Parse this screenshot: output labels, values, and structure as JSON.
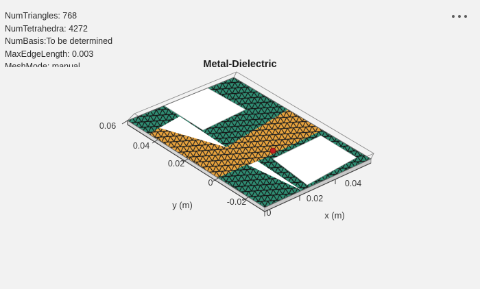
{
  "window": {
    "background_color": "#f2f2f2"
  },
  "info_panel": {
    "name": "mesh-info",
    "lines": [
      "NumTriangles: 768",
      "NumTetrahedra: 4272",
      "NumBasis:To be determined",
      "MaxEdgeLength: 0.003",
      "MeshMode: manual"
    ]
  },
  "menu": {
    "label": "...",
    "dots": 3
  },
  "chart_data": {
    "type": "mesh3d",
    "title": "Metal-Dielectric",
    "xlabel": "x (m)",
    "ylabel": "y (m)",
    "x_ticks": [
      "0",
      "0.02",
      "0.04"
    ],
    "y_ticks": [
      "0.06",
      "0.04",
      "0.02",
      "0",
      "-0.02"
    ],
    "xlim": [
      0,
      0.05
    ],
    "ylim": [
      -0.02,
      0.06
    ],
    "grid": false,
    "legend": false,
    "view": "3d-isometric",
    "colors": {
      "metal": "#e8a33d",
      "dielectric": "#2f8c72",
      "substrate": "#ffffff",
      "edge": "#262626",
      "feed_point": "#c02020",
      "axis_line": "#4a4a4a"
    },
    "regions": [
      {
        "name": "metal-patch-upper-right",
        "color": "#e8a33d"
      },
      {
        "name": "metal-patch-lower-left",
        "color": "#e8a33d"
      },
      {
        "name": "dielectric-ground-upper-left",
        "color": "#2f8c72"
      },
      {
        "name": "dielectric-ground-lower-right",
        "color": "#2f8c72"
      },
      {
        "name": "slot-upper-left",
        "color": "#ffffff"
      },
      {
        "name": "slot-lower-right",
        "color": "#ffffff"
      }
    ],
    "annotations": [
      {
        "name": "feed-point",
        "color": "#c02020",
        "shape": "dot"
      }
    ]
  }
}
